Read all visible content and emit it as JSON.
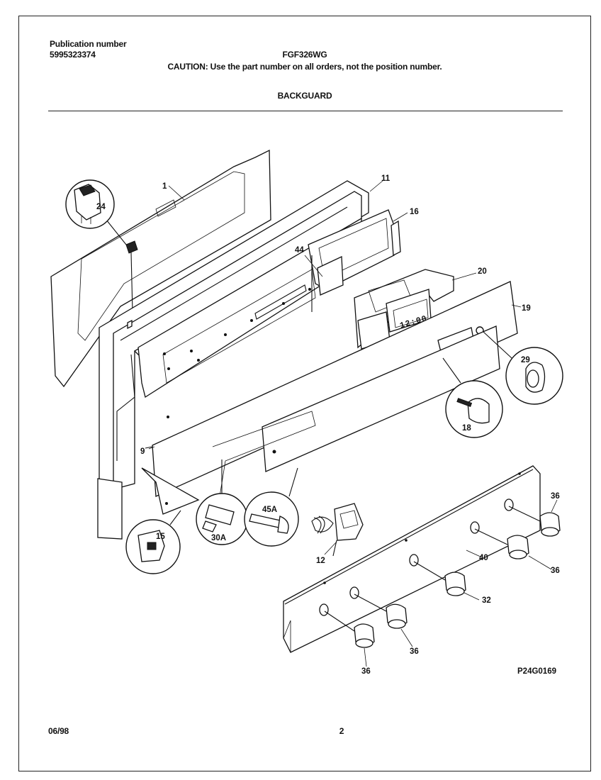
{
  "header": {
    "publication_label": "Publication number",
    "publication_number": "5995323374",
    "model": "FGF326WG",
    "caution": "CAUTION:  Use the part number on all orders, not the position number.",
    "section_title": "BACKGUARD"
  },
  "diagram": {
    "clock_display": "12:00",
    "drawing_code": "P24G0169",
    "callouts": {
      "c1": "1",
      "c9": "9",
      "c11": "11",
      "c12": "12",
      "c15": "15",
      "c16": "16",
      "c18": "18",
      "c19": "19",
      "c20": "20",
      "c24": "24",
      "c29": "29",
      "c30a": "30A",
      "c32": "32",
      "c36a": "36",
      "c36b": "36",
      "c36c": "36",
      "c36d": "36",
      "c40": "40",
      "c44": "44",
      "c45a": "45A"
    }
  },
  "footer": {
    "date": "06/98",
    "page": "2"
  }
}
